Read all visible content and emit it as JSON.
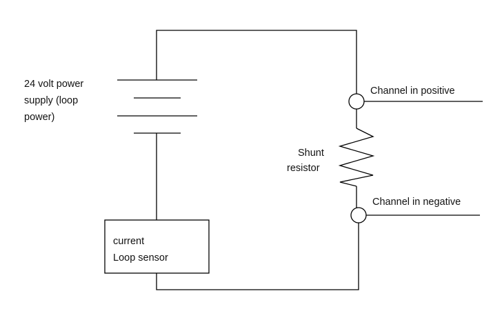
{
  "labels": {
    "power_supply": [
      "24 volt power",
      "supply (loop",
      "power)"
    ],
    "channel_positive": "Channel in positive",
    "channel_negative": "Channel in negative",
    "shunt_resistor": [
      "Shunt",
      "resistor"
    ],
    "loop_sensor": [
      "current",
      "Loop sensor"
    ]
  }
}
